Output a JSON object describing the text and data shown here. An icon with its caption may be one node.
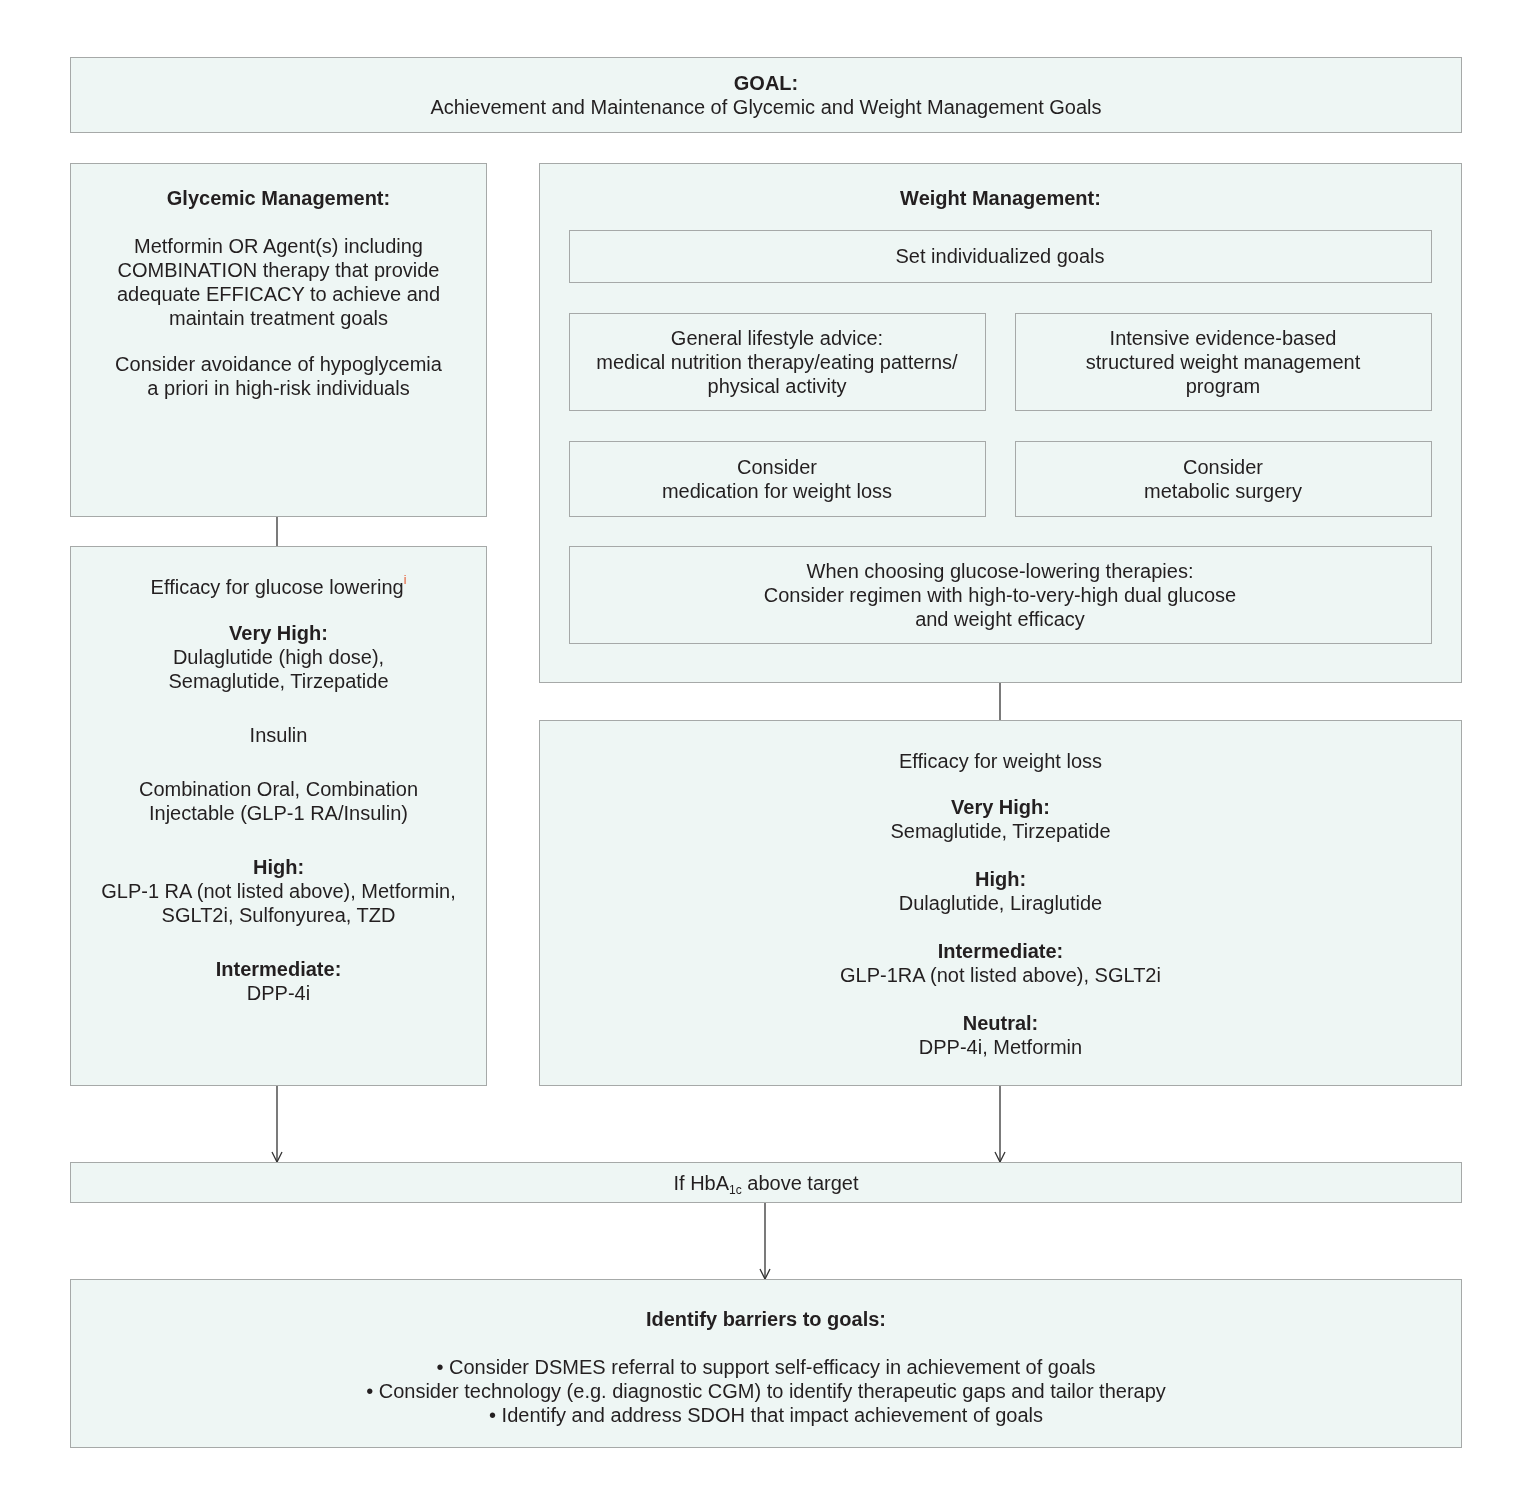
{
  "diagram": {
    "nodes": [
      {
        "text": [
          "GOAL:",
          "Achievement and Maintenance of Glycemic and Weight Management Goals"
        ]
      },
      {
        "text": [
          "Glycemic Management:",
          "Metformin OR Agent(s) including COMBINATION therapy that provide adequate EFFICACY to achieve and maintain treatment goals",
          "Consider avoidance of hypoglycemia a priori in high-risk individuals"
        ]
      },
      {
        "text": [
          "Weight Management:"
        ]
      },
      {
        "text": [
          "Set individualized goals"
        ],
        "in": 2
      },
      {
        "text": [
          "General lifestyle advice:",
          "medical nutrition therapy/eating patterns/ physical activity"
        ],
        "in": 2
      },
      {
        "text": [
          "Intensive evidence-based structured weight management program"
        ],
        "in": 2
      },
      {
        "text": [
          "Consider",
          "medication for weight loss"
        ],
        "in": 2
      },
      {
        "text": [
          "Consider",
          "metabolic surgery"
        ],
        "in": 2
      },
      {
        "text": [
          "When choosing glucose-lowering therapies:",
          "Consider regimen with high-to-very-high dual glucose and weight efficacy"
        ],
        "in": 2
      },
      {
        "text": [
          "Efficacy for glucose lowering$^{i}$",
          "**Very High:** Dulaglutide (high dose), Semaglutide, Tirzepatide",
          "Insulin",
          "Combination Oral, Combination Injectable (GLP-1 RA/Insulin)",
          "**High:** GLP-1 RA (not listed above), Metformin, SGLT2i, Sulfonyurea, TZD",
          "**Intermediate:** DPP-4i"
        ]
      },
      {
        "text": [
          "Efficacy for weight loss",
          "**Very High:** Semaglutide, Tirzepatide",
          "**High:** Dulaglutide, Liraglutide",
          "**Intermediate:** GLP-1RA (not listed above), SGLT2i",
          "**Neutral:** DPP-4i, Metformin"
        ]
      },
      {
        "text": [
          "If HbA$_{1c}$ above target"
        ]
      },
      {
        "text": [
          "Identify barriers to goals:",
          "• Consider DSMES referral to support self-efficacy in achievement of goals",
          "• Consider technology (e.g. diagnostic CGM) to identify therapeutic gaps and tailor therapy",
          "• Identify and address SDOH that impact achievement of goals"
        ]
      }
    ],
    "edges": [
      {
        "from": 1,
        "to": 9,
        "arrow": "none"
      },
      {
        "from": 2,
        "to": 10,
        "arrow": "none"
      },
      {
        "from": 9,
        "to": 11,
        "arrow": "to"
      },
      {
        "from": 10,
        "to": 11,
        "arrow": "to"
      },
      {
        "from": 11,
        "to": 12,
        "arrow": "to"
      }
    ]
  }
}
